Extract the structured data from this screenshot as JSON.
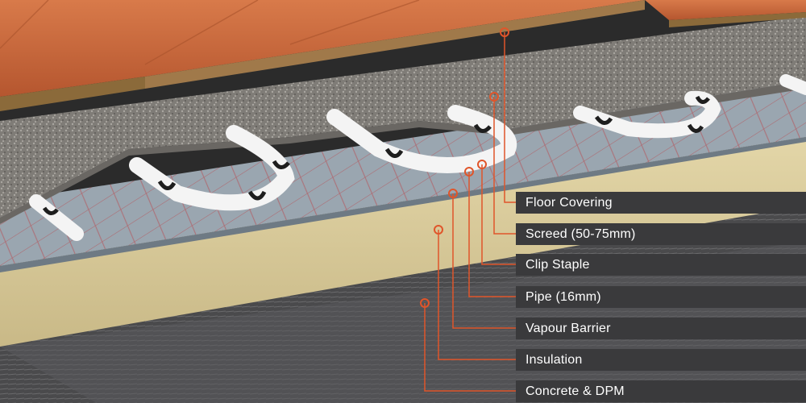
{
  "diagram": {
    "layers": [
      {
        "label": "Floor Covering"
      },
      {
        "label": "Screed (50-75mm)"
      },
      {
        "label": "Clip Staple"
      },
      {
        "label": "Pipe (16mm)"
      },
      {
        "label": "Vapour Barrier"
      },
      {
        "label": "Insulation"
      },
      {
        "label": "Concrete & DPM"
      }
    ],
    "colors": {
      "leader_line": "#e0552a",
      "label_background": "#3a3a3c",
      "label_text": "#ffffff",
      "floor_covering": "#c9643a",
      "screed": "#8a8782",
      "pipe": "#f2f2f2",
      "clip": "#222222",
      "vapour_barrier": "#8e9aa4",
      "insulation": "#d8c99a",
      "concrete": "#5b5b5c"
    }
  }
}
